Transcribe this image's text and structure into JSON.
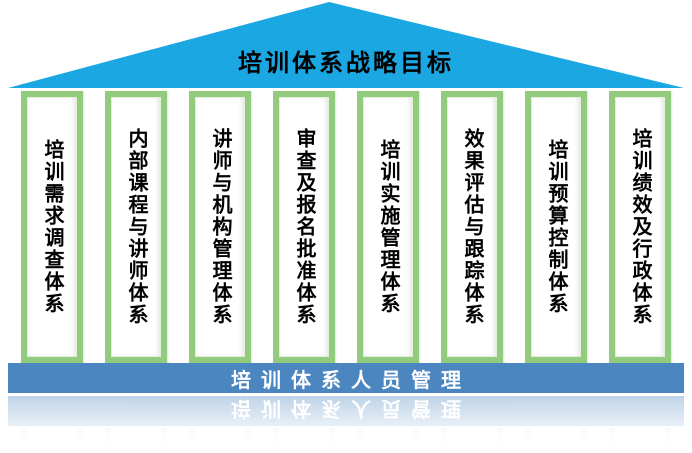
{
  "roof": {
    "title": "培训体系战略目标"
  },
  "pillars": [
    {
      "label": "培训需求调查体系"
    },
    {
      "label": "内部课程与讲师体系"
    },
    {
      "label": "讲师与机构管理体系"
    },
    {
      "label": "审查及报名批准体系"
    },
    {
      "label": "培训实施管理体系"
    },
    {
      "label": "效果评估与跟踪体系"
    },
    {
      "label": "培训预算控制体系"
    },
    {
      "label": "培训绩效及行政体系"
    }
  ],
  "base": {
    "label": "培训体系人员管理"
  },
  "colors": {
    "roof_color": "#1BA7E2",
    "pillar_border": "#92CB7E",
    "base_bar": "#4C86C0",
    "title_text": "#000000",
    "bar_text": "#FFFFFF"
  }
}
